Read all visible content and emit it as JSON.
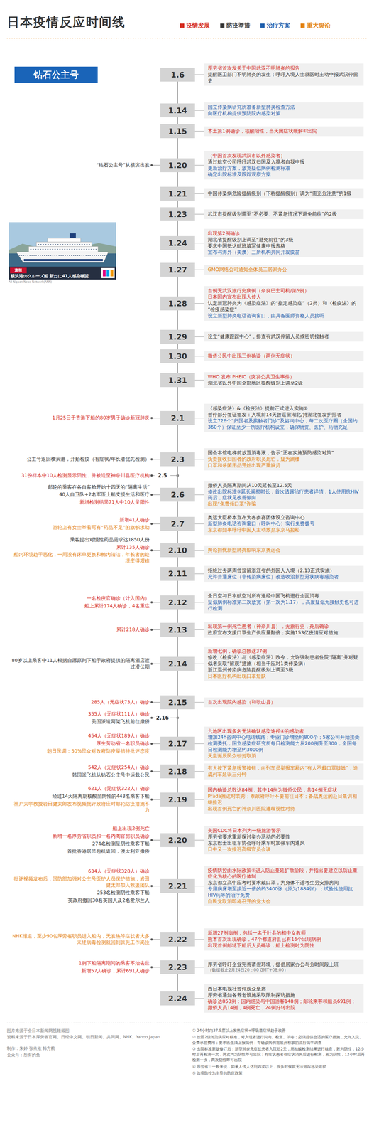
{
  "diagram": {
    "title": "日本疫情反应时间线",
    "nodes": [
      {
        "text": [
          "钻石公主号"
        ]
      },
      {
        "text": [
          "1.6"
        ]
      },
      {
        "text": [
          "厚劳省首次发关于中国武汉不明肺炎的报告",
          "提醒医卫部门不明肺炎的发生；呼吁入境人士就医时主动申报武汉停留史"
        ]
      },
      {
        "text": [
          "1.14"
        ]
      },
      {
        "text": [
          "国立传染病研究所准备新型肺炎检查方法",
          "向医疗机构提供预防院内感染对策"
        ]
      },
      {
        "text": [
          "1.15"
        ]
      },
      {
        "text": [
          "本土第1例确诊，核酸阳性，当天因症状缓解①出院"
        ]
      },
      {
        "text": [
          "1.20"
        ]
      },
      {
        "text": [
          "（中国首次发现武汉市以外感染者）",
          "通过航空公司呼吁武汉归国及入境者自我申报",
          "更新治疗方案，放宽疑似病例检测标准",
          "确定出院标准及跟踪观察方案"
        ]
      },
      {
        "text": [
          "1.21"
        ]
      },
      {
        "text": [
          "中国传染病危险提醒级别（下称提醒级别）调为“需充分注意”的1级"
        ]
      },
      {
        "text": [
          "1.23"
        ]
      },
      {
        "text": [
          "武汉市提醒级别调至“不必要、不紧急情况下避免前往”的2级"
        ]
      },
      {
        "text": [
          "1.24"
        ]
      },
      {
        "text": [
          "出现第2例确诊",
          "湖北省提醒级别上调至“避免前往”的3级",
          "要求中国抵达航班填写健康申报表格",
          "宣布与海外（美澳）三所机构共同开发疫苗"
        ]
      },
      {
        "text": [
          "1.27"
        ]
      },
      {
        "text": [
          "GMO网络公司通知全体员工居家办公"
        ]
      },
      {
        "text": [
          "1.28"
        ]
      },
      {
        "text": [
          "首例无武汉旅行史病例（奈良巴士司机/第5例）",
          "日本国内宣布出现人传人",
          "认定新冠肺炎为《感染症法》的“指定感染症”（2类）和《检疫法》的“检疫感染症”",
          "设立新型肺炎电话咨询窗口，由具备医师资格人员接听"
        ]
      },
      {
        "text": [
          "1.29"
        ]
      },
      {
        "text": [
          "设立“健康跟踪中心”，排查有武汉停留人员或密切接触者"
        ]
      },
      {
        "text": [
          "1.30"
        ]
      },
      {
        "text": [
          "撤侨公民中出现三例确诊（两例无症状）"
        ]
      },
      {
        "text": [
          "1.31"
        ]
      },
      {
        "text": [
          "WHO 发布 PHEIC（突发公共卫生事件）",
          "湖北省以外中国全部地区提醒级别上调至2级"
        ]
      },
      {
        "text": [
          "2.1"
        ]
      },
      {
        "text": [
          "《感染症法》&《检疫法》提前正式进入实施②",
          "暂停部分签证签发：入境前14天曾逗留湖北/持湖北签发护照者",
          "设立726个“归国者及接触者门诊”及咨询中心，每二次医疗圈（全国约360个）保证至少一所医疗机构设立，确保物资、医护、药物充足"
        ]
      },
      {
        "text": [
          "2.3"
        ]
      },
      {
        "text": [
          "国会本馆电梯前放置消毒液，告示“正在实施预防感染对策”",
          "负责接收归国者的政府职员死亡，疑为跳楼",
          "口罩和杀菌用品开始出现严重缺货"
        ]
      },
      {
        "text": [
          "2.6"
        ]
      },
      {
        "text": [
          "撤侨人员隔离期间从10天延长至12.5天",
          "修改出院标准③延长观察时长；首次透露治疗患者详情，1人使用抗HIV药后，症状见改善倾向",
          "出现“免费领口罩”诈骗"
        ]
      },
      {
        "text": [
          "2.7"
        ]
      },
      {
        "text": [
          "奥运大臣桥本宣布为各参赛团体设立咨询中心",
          "新型肺炎电话咨询窗口（呼叫中心）实行免费拨号",
          "东京都知事呼吁中国人主动放弃东京马拉松"
        ]
      },
      {
        "text": [
          "2.10"
        ]
      },
      {
        "text": [
          "舆论担忧新型肺炎影响东京奥运会"
        ]
      },
      {
        "text": [
          "2.11"
        ]
      },
      {
        "text": [
          "拒绝过去两周曾逗留浙江省的外国人入境（2.13正式实施）",
          "允许普通床位（非传染病床位）改造收治新型冠状病毒感染者"
        ]
      },
      {
        "text": [
          "2.12"
        ]
      },
      {
        "text": [
          "全日空与日本航空对所有途经中国飞机进行全面消毒",
          "疑似病例标准第二次放宽（第一次为1.17），高度疑似无接触史也可进行检测"
        ]
      },
      {
        "text": [
          "2.13"
        ]
      },
      {
        "text": [
          "出现第一例死亡患者（神奈川县），无旅行史，死后确诊",
          "政府宣布支援口罩生产供应量翻倍；实施153亿疫情应对措施"
        ]
      },
      {
        "text": [
          "2.14"
        ]
      },
      {
        "text": [
          "新增七例，确诊总数达37例",
          "修改《检疫法》与《感染症法》政令，允许强制患者住院“隔离”并对疑似者采取“留观”措施（相当于应对1类传染病）",
          "浙江温州传染病危险提醒级别上调至3级",
          "日本医疗机构出现口罩短缺"
        ]
      },
      {
        "text": [
          "2.15"
        ]
      },
      {
        "text": [
          "首次出现院内感染（和歌山县）"
        ]
      },
      {
        "text": [
          "2.17"
        ]
      },
      {
        "text": [
          "六地区出现多名无法确认感染途径④的感染者",
          "增加24h咨询中心电话线路；专业门诊增至约800个；5家公司开始接受检测委托，国立感染症研究所每日检测能力从200例升至800，全国每日检测能力增至约3000例",
          "天皇诞辰民众朝贺取消"
        ]
      },
      {
        "text": [
          "2.18"
        ]
      },
      {
        "text": [
          "有人按下紧急报警按钮，向列车员举报车厢内“有人不戴口罩咳嗽”，造成列车延误三分钟"
        ]
      },
      {
        "text": [
          "2.19"
        ]
      },
      {
        "text": [
          "国内确诊总数达84例，其中14例为撤侨公民，共14例无症状",
          "Prada推迟时装秀；泰政府呼吁不要前往日本；备战奥运的赴日集训相继推迟",
          "出现首例死亡的神奈川医院遭歧视性对待"
        ]
      },
      {
        "text": [
          "2.20"
        ]
      },
      {
        "text": [
          "美国CDC将日本列为一级旅游警示",
          "厚劳省要求重新探讨举办活动的必要性",
          "东京巴士出租车协会呼吁乘车时加强车内通风",
          "日中又一次推迟高级官员会谈"
        ]
      },
      {
        "text": [
          "2.21"
        ]
      },
      {
        "text": [
          "疫情防控由水际政策⑤进入防止蔓延扩散阶段，并指出要建立以防止重症化为核心的医疗体制",
          "东京都立高中应考时要求戴口罩，为身体不适考生另安排房间",
          "专用病床增至接近一倍的约3400张（原为1884张）；试验性使用抗HIV药等的治疗免费",
          "自民党取消即将召开的党大会"
        ]
      },
      {
        "text": [
          "2.22"
        ]
      },
      {
        "text": [
          "新增27例病例，包括一名千叶县的初中女教师",
          "熊本首次出现确诊，47个都道府县已有16个出现病例",
          "出现首例邮轮下船后人员确诊，船上检测时为阴性"
        ]
      },
      {
        "text": [
          "2.23"
        ]
      },
      {
        "text": [
          "厚劳省呼吁企业完善请假环境，提倡居家办公与分时间段上班",
          "（数据截止2月24日20：00 GMT+08:00）"
        ]
      },
      {
        "text": [
          "2.24"
        ]
      },
      {
        "text": [
          "西日本电视社暂停观众坐席",
          "厚劳省通知各养老设施采取限制探访措施",
          "确诊达853例：国内感染与中国游客148例；邮轮乘客和船员691例；撤侨人员14例，4例死亡，24例好转出院"
        ]
      }
    ],
    "edges": [
      {
        "from": 1,
        "to": 3,
        "arrow": "none"
      },
      {
        "from": 3,
        "to": 5,
        "arrow": "none"
      },
      {
        "from": 5,
        "to": 7,
        "arrow": "none"
      },
      {
        "from": 7,
        "to": 9,
        "arrow": "none"
      },
      {
        "from": 9,
        "to": 11,
        "arrow": "none"
      },
      {
        "from": 11,
        "to": 13,
        "arrow": "none"
      },
      {
        "from": 13,
        "to": 15,
        "arrow": "none"
      },
      {
        "from": 15,
        "to": 17,
        "arrow": "none"
      },
      {
        "from": 17,
        "to": 19,
        "arrow": "none"
      },
      {
        "from": 19,
        "to": 21,
        "arrow": "none"
      },
      {
        "from": 21,
        "to": 23,
        "arrow": "none"
      },
      {
        "from": 23,
        "to": 25,
        "arrow": "none"
      },
      {
        "from": 25,
        "to": 27,
        "arrow": "none"
      },
      {
        "from": 27,
        "to": 29,
        "arrow": "none"
      },
      {
        "from": 29,
        "to": 31,
        "arrow": "none"
      },
      {
        "from": 31,
        "to": 33,
        "arrow": "none"
      },
      {
        "from": 33,
        "to": 35,
        "arrow": "none"
      },
      {
        "from": 35,
        "to": 37,
        "arrow": "none"
      },
      {
        "from": 37,
        "to": 39,
        "arrow": "none"
      },
      {
        "from": 39,
        "to": 41,
        "arrow": "none"
      },
      {
        "from": 41,
        "to": 43,
        "arrow": "none"
      },
      {
        "from": 43,
        "to": 45,
        "arrow": "none"
      },
      {
        "from": 45,
        "to": 47,
        "arrow": "none"
      },
      {
        "from": 47,
        "to": 49,
        "arrow": "none"
      },
      {
        "from": 49,
        "to": 51,
        "arrow": "none"
      },
      {
        "from": 51,
        "to": 53,
        "arrow": "none"
      },
      {
        "from": 53,
        "to": 55,
        "arrow": "none"
      },
      {
        "from": 55,
        "to": 57,
        "arrow": "none"
      },
      {
        "from": 57,
        "to": 59,
        "arrow": "none"
      }
    ],
    "labels": [
      "“钻石公主号”从横滨出发",
      "1月25日于香港下船的80岁男子确诊新冠肺炎",
      "公主号返回横滨港，开始检疫（有症状/年长者优先检测）",
      "2.5",
      "31份样本中10人检测显示阳性，并被送至神奈川县医疗机构",
      "邮轮的乘客在各自客舱开始十四天的“隔离生活”",
      "40人自卫队+2名军医上船支援生活和医疗",
      "新增检测结果71人中10人呈阳性",
      "新增41人确诊",
      "游轮上有女士举着写有“药品不足”的旗帜求助",
      "乘客提出对慢性药品需求达1850人份",
      "累计135人确诊",
      "船内环境趋于恶化，一周没有床单更换和舱内清洁，年长者的处境变得艰难",
      "一名检疫官确诊（计入国内）",
      "船上累计174人确诊，4名重症",
      "累计218人确诊",
      "80岁以上乘客中11人根据自愿原则下船于政府提供的隔离酒店渡过潜伏期",
      "285人（无症状73人）确诊",
      "2.16",
      "355人（无症状111人）确诊",
      "美国派遣两架飞机前往撤侨",
      "454人（无症状189人）确诊",
      "厚生劳动省一名职员确诊",
      "朝日民调：50%民众对政府防疫举措持批评态度",
      "542人（无症状254人）确诊",
      "韩国派飞机从钻石公主号中运载公民",
      "621人（无症状322人）确诊",
      "经过14天隔离期核酸呈阴性的443名乘客下船",
      "神户大学教授岩田健太郎发布视频批评政府应对邮轮防疫措施不力",
      "船上出现2例死亡",
      "新增一名厚劳省职员和一名内阁官房职员确诊",
      "274名检测呈阴性乘客下船",
      "首批香港居民包机返回，澳大利亚撤侨",
      "634人（无症状328人）确诊",
      "批评视频发布后，国防部加强对公主号医护人员保护措施，岩田健太郎加入救援团队",
      "253名检测阴性乘客下船",
      "英政府撤回30名英国人及2名爱尔兰人",
      "NHK报道，至少90名厚劳省职员进入船内，无发热等症状者大多未经病毒检测就回到原先工作岗位",
      "1例下船隔离期间的乘客不治去世",
      "新增57人确诊，累计691人确诊",
      "速報",
      "横浜港のクルーズ船 新たに41人感染確認",
      "All Nippon News Network(ANN)",
      "图片来源于全日本新闻网视频截图",
      "资料来源于日本厚劳省官网、日经中文网、朝日新闻、共同网、NHK、Yahoo Japan",
      "制作：朱婷 张依依 韩方航",
      "公众号：所有的鱼",
      "① 24小时内37.5度以上发热症状+呼吸道症状趋于改善",
      "② 按照2级传染病应对标准，对入境者进行问询、检查、消毒；必须提供合适的医疗措施，允许入院、公费承担费用；要求医生须上报病例；有确诊病例需展开积极的流行病学调查",
      "③ 出院标准新版修订后：新型肺炎无症状患者入院后2天，用核酸检测结果进行核查，若为阴性，12小时后再检测一次，两次均为阴性即可出院；有症状患者在症状消失后进行检测，若为阴性，12小时后再检测一次，两次阴性即可出院",
      "④ 厚劳省：一般来说，如果人传人达到四次以上，很多时候就无法追踪感染途径",
      "⑤ 边境防控为主导的防疫政策"
    ],
    "legend": [
      {
        "text": "疫情发展",
        "color": "#d52b1e"
      },
      {
        "text": "防疫举措",
        "color": "#333333"
      },
      {
        "text": "治疗方案",
        "color": "#1f5fae"
      },
      {
        "text": "重大舆论",
        "color": "#e3820f"
      }
    ]
  }
}
